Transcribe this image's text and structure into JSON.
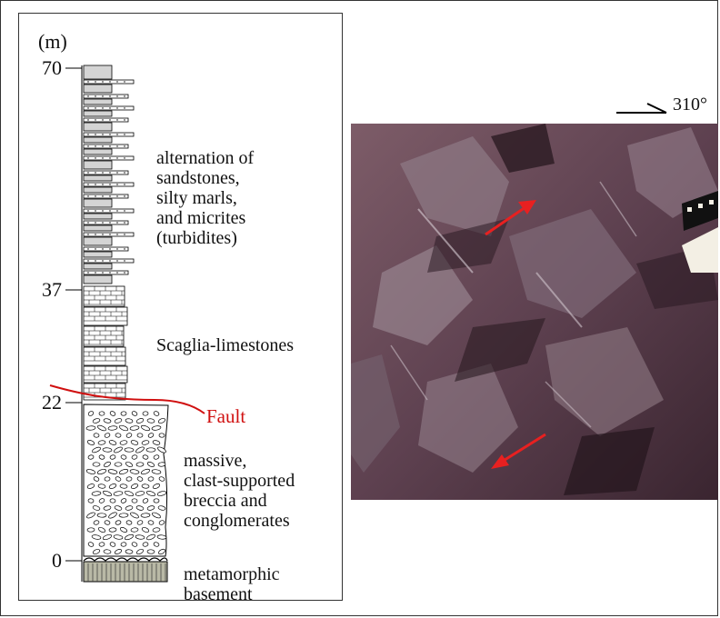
{
  "figure": {
    "unit": "(m)",
    "ticks": [
      {
        "value": 70,
        "label": "70"
      },
      {
        "value": 37,
        "label": "37"
      },
      {
        "value": 22,
        "label": "22"
      },
      {
        "value": 0,
        "label": "0"
      }
    ],
    "units_labels": {
      "turbidites": "alternation of\nsandstones,\nsilty marls,\nand micrites\n(turbidites)",
      "limestone": "Scaglia-limestones",
      "breccia": "massive,\nclast-supported\nbreccia and\nconglomerates",
      "basement": "metamorphic\nbasement"
    },
    "fault_label": "Fault",
    "orientation_label": "310°",
    "colors": {
      "fault": "#d01010",
      "rock": "#6a4a58",
      "sand_fill": "#d4d4d4"
    }
  }
}
